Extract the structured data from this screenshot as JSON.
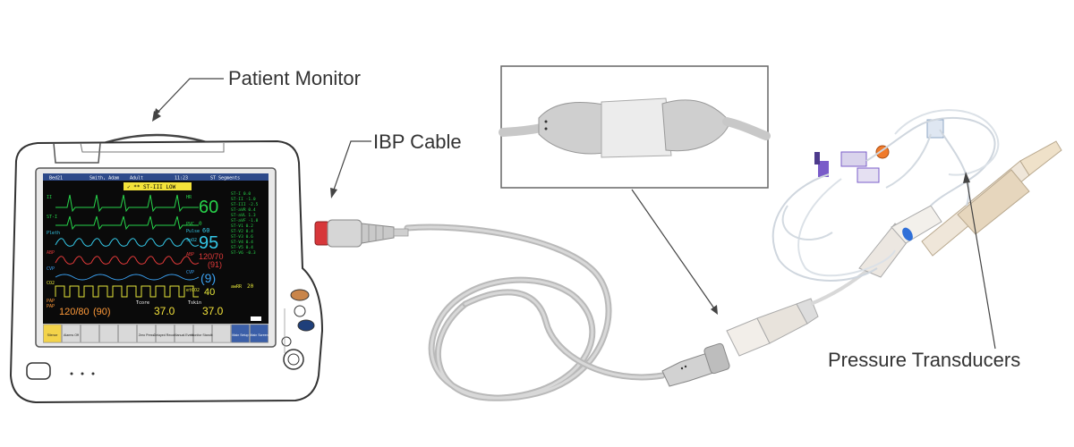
{
  "labels": {
    "patient_monitor": "Patient Monitor",
    "ibp_cable": "IBP Cable",
    "pressure_transducers": "Pressure Transducers"
  },
  "monitor": {
    "header": {
      "bed": "Bed21",
      "patient": "Smith, Adam",
      "category": "Adult",
      "time": "11:23",
      "mode": "ST Segments"
    },
    "alarm": "✓ ** ST-III LOW",
    "hr_label": "HR",
    "hr_value": "60",
    "pvc_label": "PVC",
    "pvc_value": "0",
    "pulse_label": "Pulse",
    "pulse_value": "60",
    "spo2_label": "SpO2",
    "spo2_value": "95",
    "abp_label": "ABP",
    "abp_value": "120/70",
    "abp_mean": "(91)",
    "cvp_label": "CVP",
    "cvp_value": "(9)",
    "etco2_label": "etCO2",
    "etco2_value": "40",
    "awrr_label": "awRR",
    "awrr_value": "20",
    "st_list": [
      "ST-I 0.0",
      "ST-II -1.0",
      "ST-III -2.5",
      "ST-aVR 0.4",
      "ST-aVL 1.3",
      "ST-aVF -1.8",
      "ST-V1 0.2",
      "ST-V2 0.4",
      "ST-V3 0.6",
      "ST-V4 0.4",
      "ST-V5 0.4",
      "ST-V6 -0.3"
    ],
    "wave_labels": [
      "II",
      "ST-I",
      "Pleth",
      "ABP",
      "CVP",
      "CO2",
      "PAP"
    ],
    "pap_value": "120/80",
    "pap_mean": "(90)",
    "tcore_label": "Tcore",
    "tcore_value": "37.0",
    "tskin_label": "Tskin",
    "tskin_value": "37.0",
    "softkeys": [
      "Silence",
      "Alarms Off",
      "",
      "",
      "",
      "Zero Press",
      "Delayed Record",
      "Manual Event",
      "Monitor Standby",
      "",
      "Main Setup",
      "Main Screen"
    ]
  },
  "colors": {
    "ecg": "#27d34a",
    "spo2": "#34c7e6",
    "abp": "#e23a3a",
    "cvp": "#3aa0f0",
    "co2": "#e6e63a",
    "pap": "#ff9a3a",
    "screen_bg": "#0a0a0a",
    "connector_red": "#d7373a",
    "transducer_blue": "#2f6fd8",
    "stopcock_purple": "#7a5cc9",
    "stopcock_orange": "#f07a2a"
  }
}
